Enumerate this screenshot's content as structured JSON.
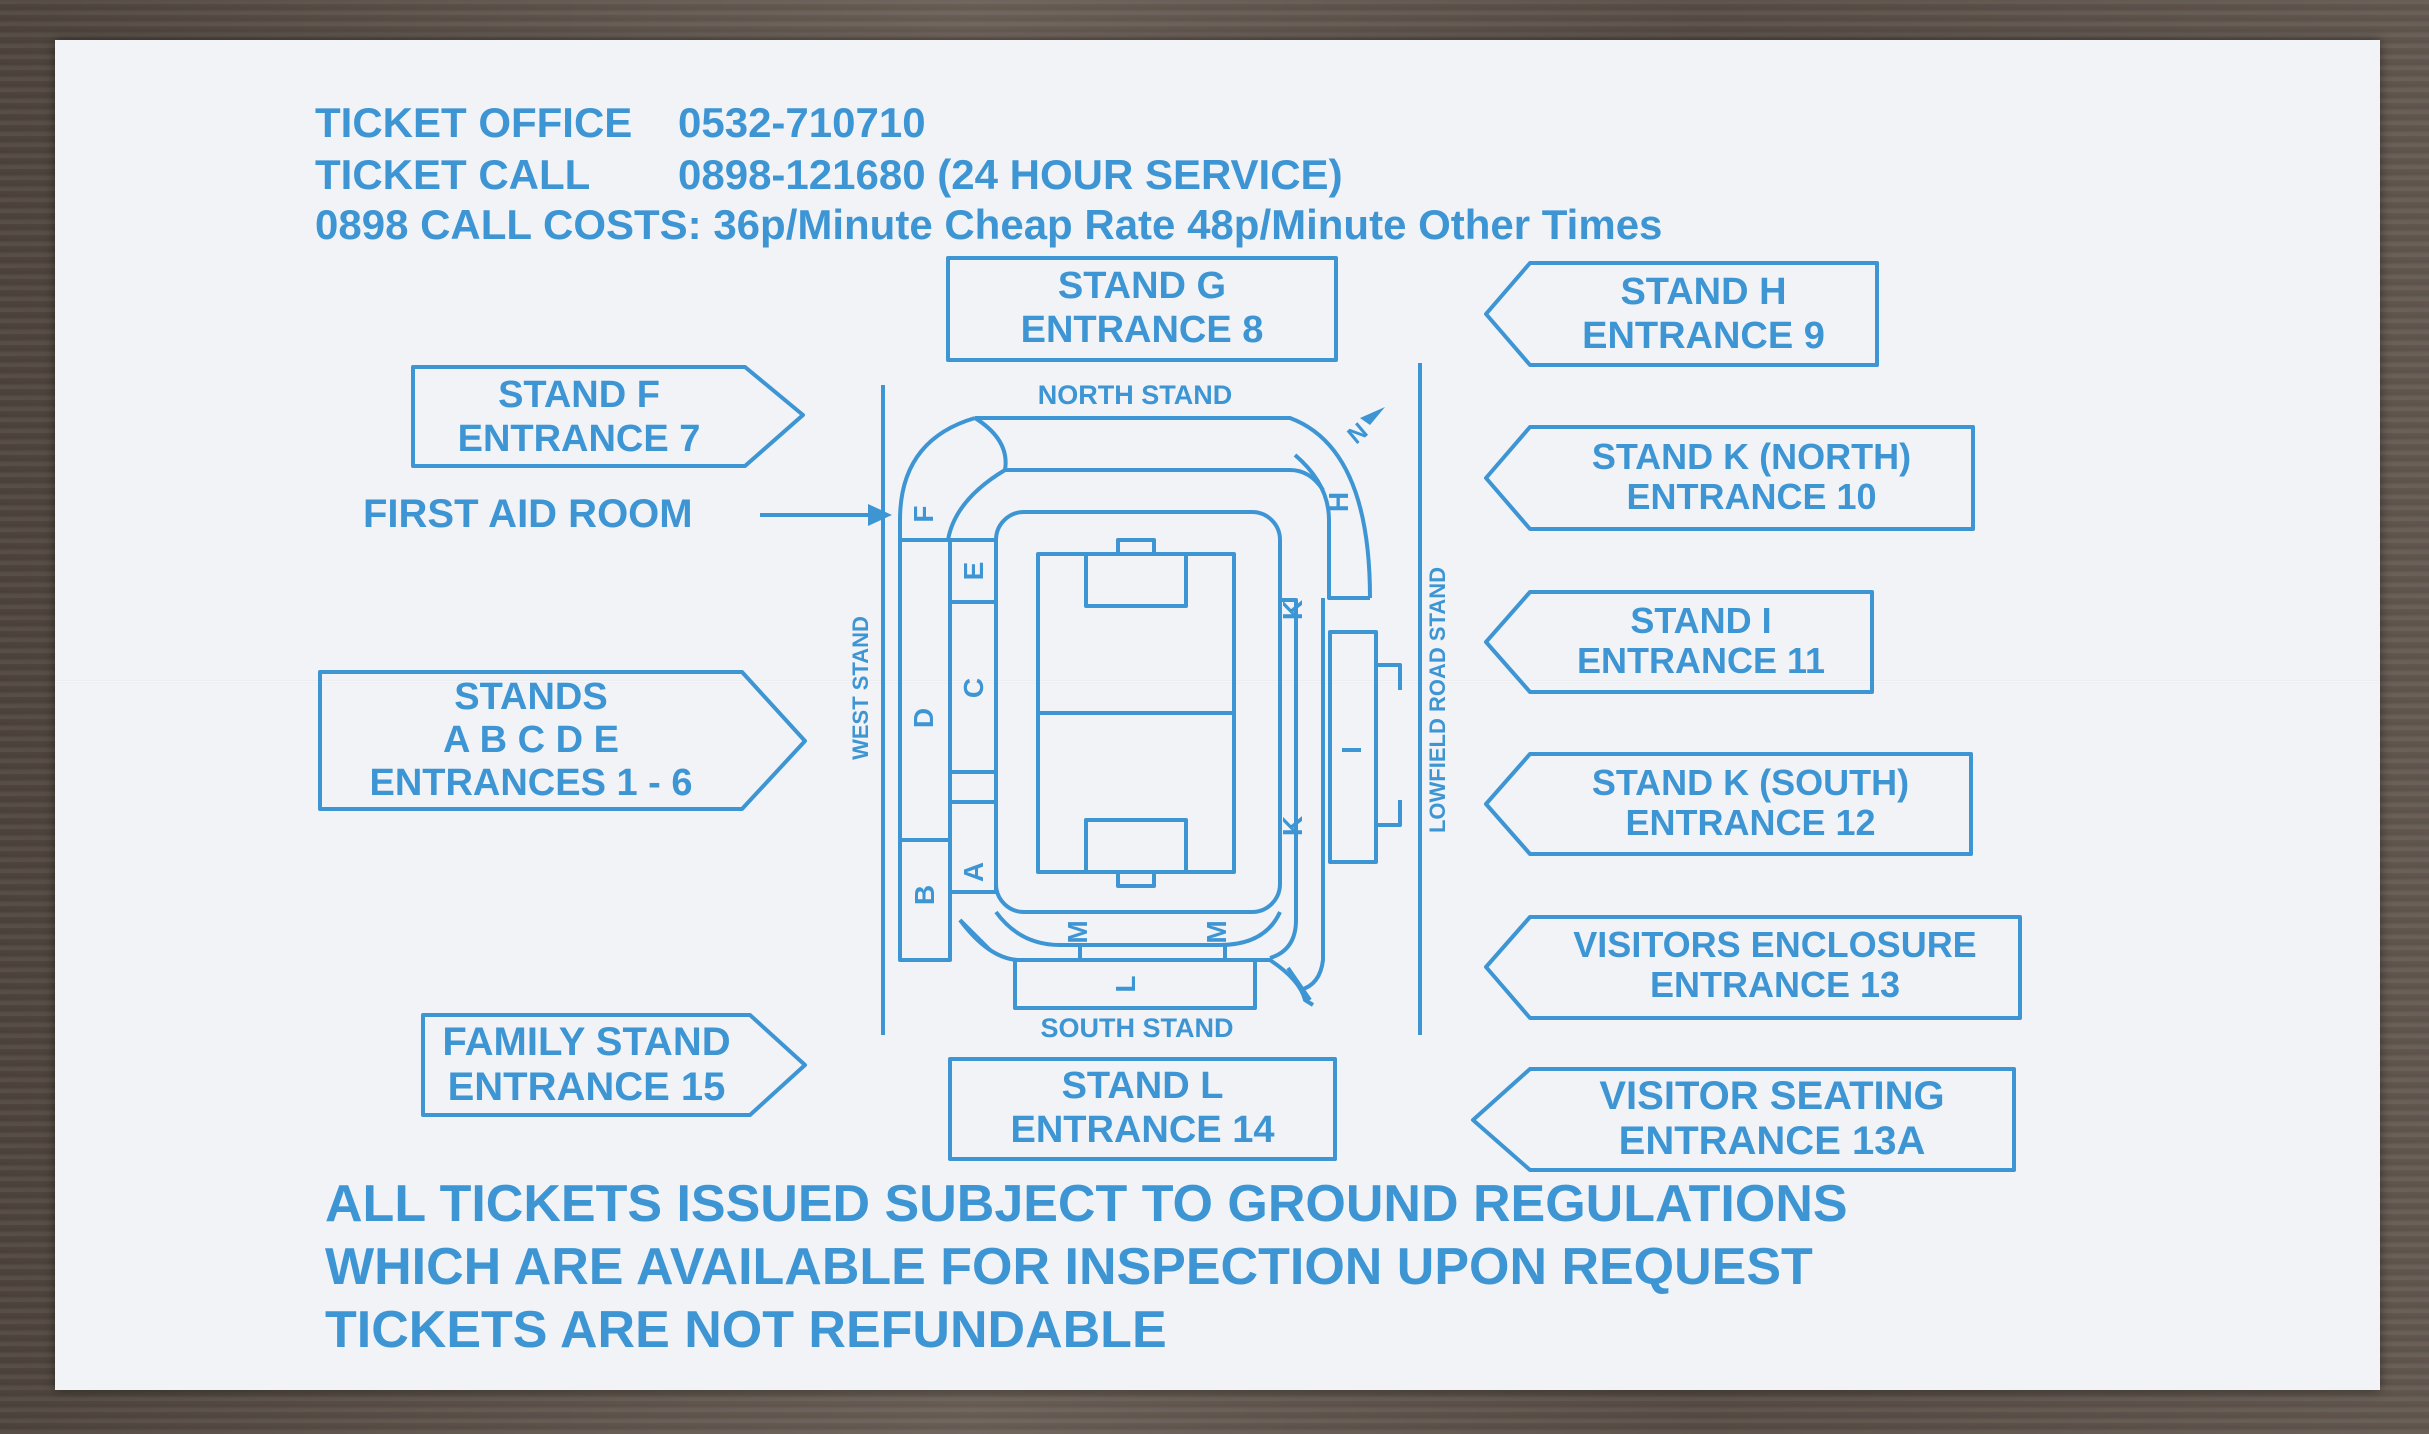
{
  "colors": {
    "ink": "#3d95d4",
    "paper": "#f1f3f6",
    "background": "#5b5048"
  },
  "header": {
    "office_label": "TICKET OFFICE",
    "office_number": "0532-710710",
    "call_label": "TICKET CALL",
    "call_number": "0898-121680 (24 HOUR SERVICE)",
    "costs": "0898 CALL COSTS: 36p/Minute Cheap Rate  48p/Minute Other Times"
  },
  "entrances": {
    "stand_g": [
      "STAND G",
      "ENTRANCE 8"
    ],
    "stand_h": [
      "STAND H",
      "ENTRANCE 9"
    ],
    "stand_f": [
      "STAND F",
      "ENTRANCE 7"
    ],
    "stand_k_north": [
      "STAND K (NORTH)",
      "ENTRANCE 10"
    ],
    "stand_i": [
      "STAND I",
      "ENTRANCE 11"
    ],
    "stands_abcde": [
      "STANDS",
      "A B C D E",
      "ENTRANCES 1 - 6"
    ],
    "stand_k_south": [
      "STAND K (SOUTH)",
      "ENTRANCE 12"
    ],
    "visitors_enclosure": [
      "VISITORS ENCLOSURE",
      "ENTRANCE 13"
    ],
    "family_stand": [
      "FAMILY STAND",
      "ENTRANCE 15"
    ],
    "stand_l": [
      "STAND L",
      "ENTRANCE 14"
    ],
    "visitor_seating": [
      "VISITOR SEATING",
      "ENTRANCE 13A"
    ]
  },
  "first_aid": "FIRST AID ROOM",
  "stadium": {
    "north_stand": "NORTH STAND",
    "south_stand": "SOUTH STAND",
    "west_stand": "WEST STAND",
    "lowfield_road_stand": "LOWFIELD ROAD STAND",
    "north_arrow": "N",
    "sections": {
      "a": "A",
      "b": "B",
      "c": "C",
      "d": "D",
      "e": "E",
      "f": "F",
      "h": "H",
      "i": "I",
      "k_upper": "K",
      "k_lower": "K",
      "l": "L",
      "m_left": "M",
      "m_right": "M"
    }
  },
  "footer": {
    "line1": "ALL TICKETS ISSUED SUBJECT TO GROUND REGULATIONS",
    "line2": "WHICH ARE AVAILABLE FOR INSPECTION UPON REQUEST",
    "line3": "TICKETS ARE NOT REFUNDABLE"
  }
}
